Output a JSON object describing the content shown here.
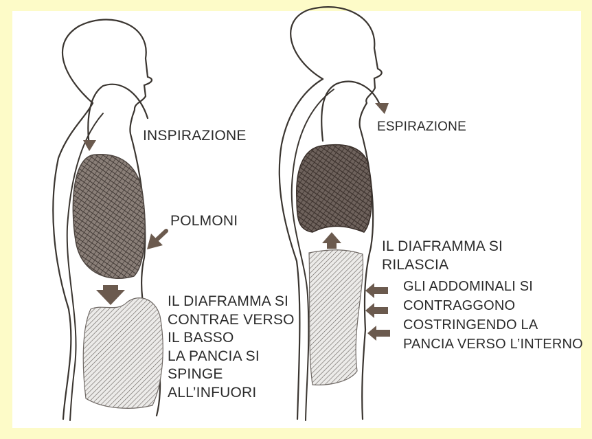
{
  "left_panel": {
    "breath_label": "INSPIRAZIONE",
    "lungs_label": "POLMONI",
    "description": "IL DIAFRAMMA SI\nCONTRAE VERSO\nIL BASSO\nLA PANCIA SI\nSPINGE\nALL’INFUORI"
  },
  "right_panel": {
    "breath_label": "ESPIRAZIONE",
    "diaphragm_label": "IL DIAFRAMMA SI\nRILASCIA",
    "abdominals_label": "GLI ADDOMINALI SI\nCONTRAGGONO\nCOSTRINGENDO LA\nPANCIA VERSO L’INTERNO"
  },
  "colors": {
    "background": "#fdfbc8",
    "ink": "#3a3530",
    "arrow": "#6b5a4e",
    "lung_fill": "#7a6e66",
    "abdomen_fill": "#d9d6d2"
  }
}
